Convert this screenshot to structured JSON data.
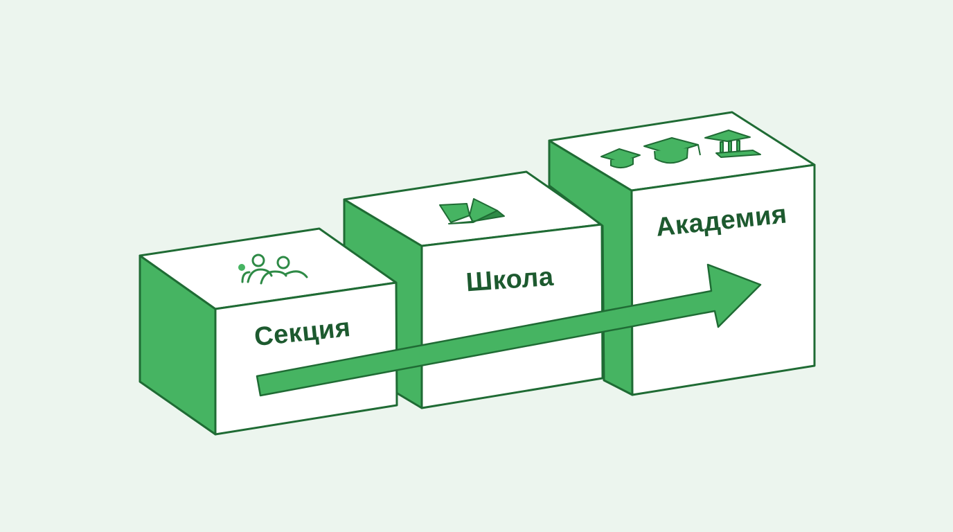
{
  "colors": {
    "background": "#ecf5ee",
    "accent": "#46b462",
    "stroke": "#1f6b34",
    "text": "#1d5a2f",
    "face": "#ffffff"
  },
  "blocks": [
    {
      "id": "sekciya",
      "label": "Секция",
      "icon": "people-group-icon"
    },
    {
      "id": "shkola",
      "label": "Школа",
      "icon": "open-book-icon"
    },
    {
      "id": "akademiya",
      "label": "Академия",
      "icon": "graduation-caps-and-institution-icon"
    }
  ]
}
